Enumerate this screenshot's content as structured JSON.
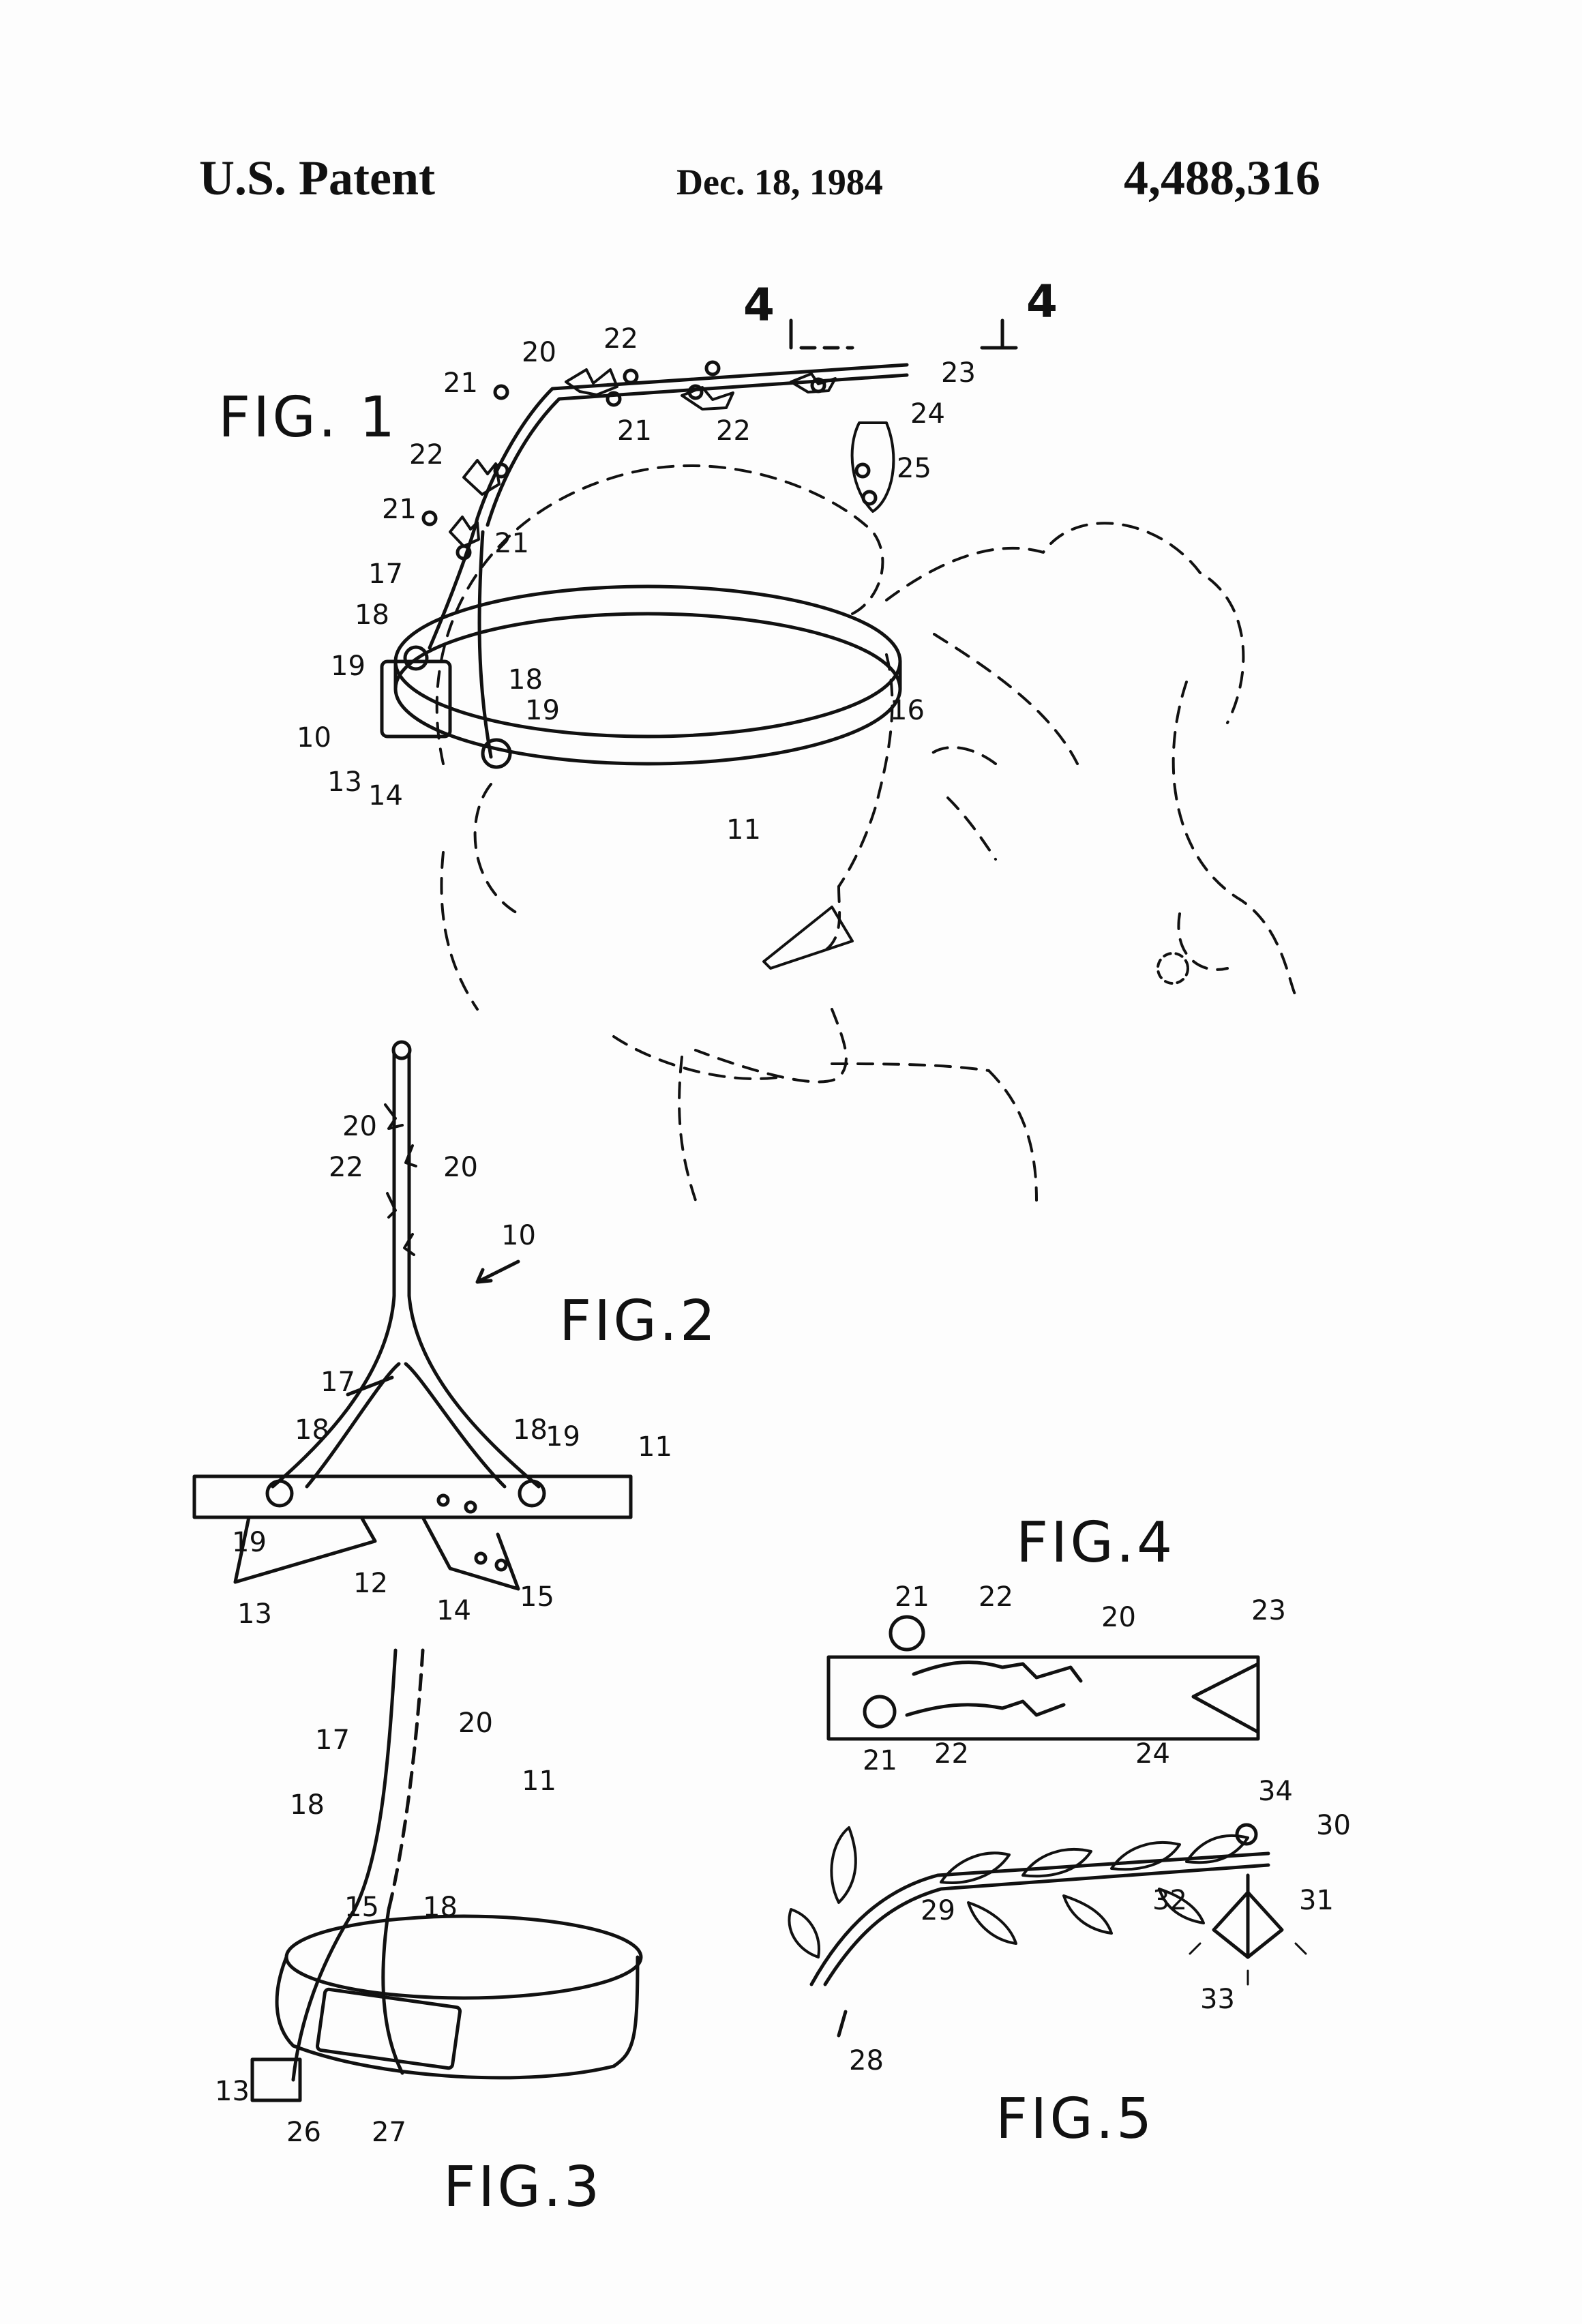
{
  "header": {
    "left": "U.S. Patent",
    "center": "Dec. 18, 1984",
    "right": "4,488,316"
  },
  "section_marks": [
    "4",
    "4"
  ],
  "figures": {
    "fig1": {
      "label": "FIG. 1",
      "refs": [
        "10",
        "11",
        "13",
        "14",
        "16",
        "17",
        "18",
        "18",
        "19",
        "19",
        "20",
        "21",
        "21",
        "21",
        "21",
        "22",
        "22",
        "22",
        "23",
        "24",
        "25"
      ]
    },
    "fig2": {
      "label": "FIG.2",
      "refs": [
        "10",
        "11",
        "12",
        "13",
        "14",
        "15",
        "17",
        "18",
        "18",
        "19",
        "19",
        "20",
        "20",
        "22"
      ]
    },
    "fig3": {
      "label": "FIG.3",
      "refs": [
        "11",
        "13",
        "15",
        "17",
        "18",
        "18",
        "20",
        "26",
        "27"
      ]
    },
    "fig4": {
      "label": "FIG.4",
      "refs": [
        "20",
        "21",
        "21",
        "22",
        "22",
        "23",
        "24"
      ]
    },
    "fig5": {
      "label": "FIG.5",
      "refs": [
        "28",
        "29",
        "30",
        "31",
        "32",
        "33",
        "34"
      ]
    }
  }
}
